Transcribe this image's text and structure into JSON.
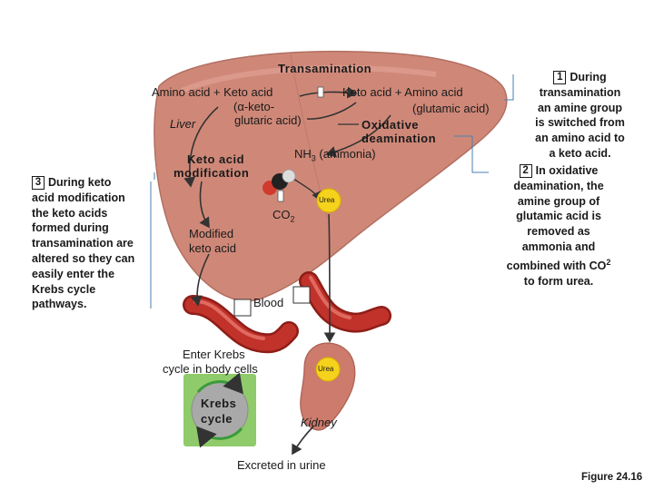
{
  "title": "Transamination",
  "liver_label": "Liver",
  "reaction": {
    "left": "Amino acid + Keto acid",
    "alpha_keto_line1": "(α-keto-",
    "alpha_keto_line2": "glutaric acid)",
    "right": "Keto acid + Amino acid",
    "glutamic": "(glutamic acid)"
  },
  "oxidative_line1": "Oxidative",
  "oxidative_line2": "deamination",
  "nh3_prefix": "NH",
  "nh3_sub": "3",
  "nh3_suffix": " (ammonia)",
  "keto_mod_line1": "Keto acid",
  "keto_mod_line2": "modification",
  "co2_prefix": "CO",
  "co2_sub": "2",
  "urea_liver": "Urea",
  "modified_line1": "Modified",
  "modified_line2": "keto acid",
  "blood_label": "Blood",
  "enter_krebs_line1": "Enter Krebs",
  "enter_krebs_line2": "cycle in body cells",
  "krebs_line1": "Krebs",
  "krebs_line2": "cycle",
  "urea_kidney": "Urea",
  "kidney_label": "Kidney",
  "excreted": "Excreted in urine",
  "figure": "Figure 24.16",
  "note1": {
    "number": "1",
    "first": "During",
    "lines": [
      "transamination",
      "an amine group",
      "is switched from",
      "an amino acid to",
      "a keto acid."
    ]
  },
  "note2": {
    "number": "2",
    "first": "In oxidative",
    "lines": [
      "deamination, the",
      "amine group of",
      "glutamic acid is",
      "removed as",
      "ammonia and"
    ],
    "last_prefix": "combined with CO",
    "last_sup": "2",
    "final": "to form urea."
  },
  "note3": {
    "number": "3",
    "first": "During keto",
    "lines": [
      "acid modification",
      "the keto acids",
      "formed during",
      "transamination are",
      "altered so they can",
      "easily enter the",
      "Krebs cycle",
      "pathways."
    ]
  },
  "colors": {
    "liver_fill": "#cf8878",
    "liver_dark": "#b26f62",
    "blood_vessel": "#c0322a",
    "vessel_dark": "#8e1d17",
    "urea_yellow": "#f5d21c",
    "kidney": "#cc7b6c",
    "krebs_bg": "#8fcb6a",
    "krebs_circle": "#a9a9a9",
    "krebs_arrow": "#3a9b3a",
    "callout_line": "#4a7fb0"
  }
}
